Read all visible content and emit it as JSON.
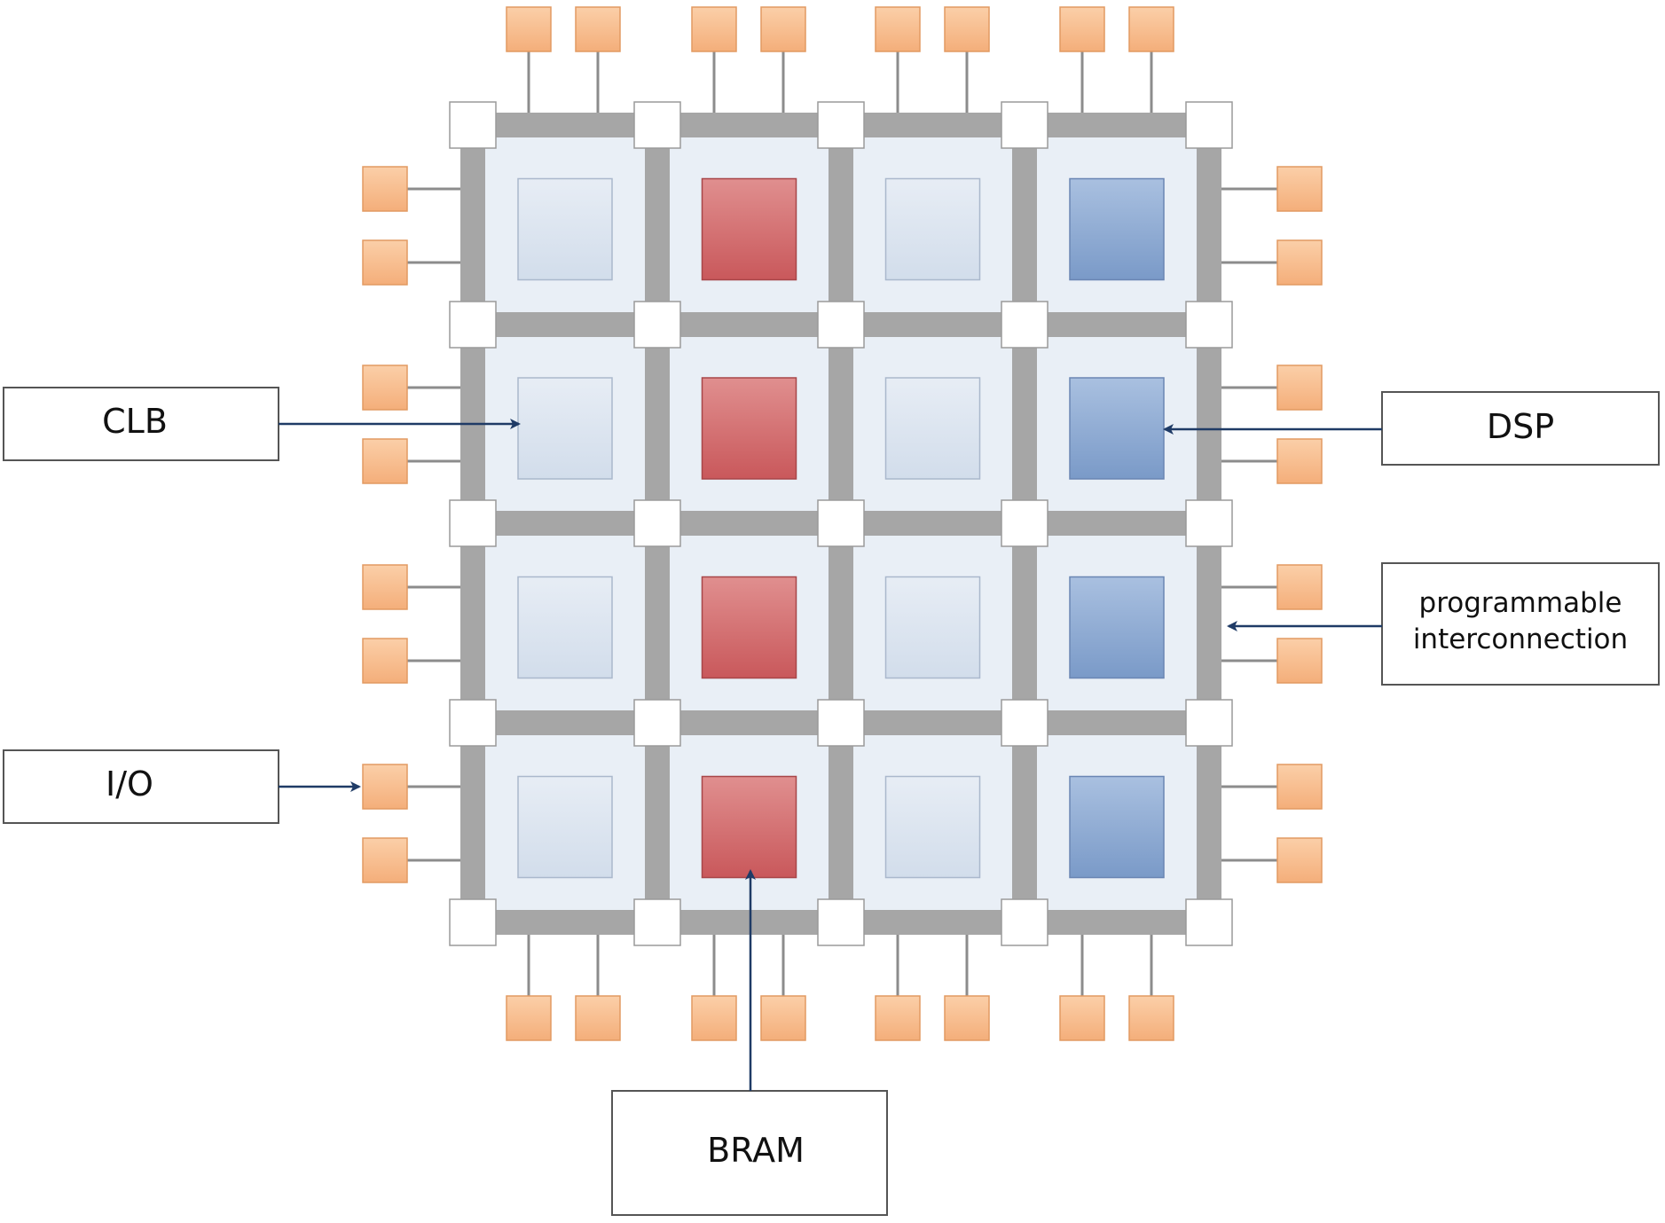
{
  "labels": {
    "clb": "CLB",
    "dsp": "DSP",
    "io": "I/O",
    "bram": "BRAM",
    "interconnect_line1": "programmable",
    "interconnect_line2": "interconnection"
  },
  "grid": {
    "rows": 4,
    "cols": 4,
    "column_block_types": [
      "CLB",
      "BRAM",
      "CLB",
      "DSP"
    ]
  },
  "colors": {
    "io_pad": "#f7be92",
    "io_pad_border": "#e29a62",
    "switch_box": "#ffffff",
    "routing_channel": "#a6a6a6",
    "tile_background": "#e9eff6",
    "clb_block": "#dce5f0",
    "bram_block": "#d3696b",
    "dsp_block": "#8fabd3",
    "label_box_border": "#555555",
    "arrow": "#1f3b66",
    "lead_line": "#8c8c8c"
  }
}
